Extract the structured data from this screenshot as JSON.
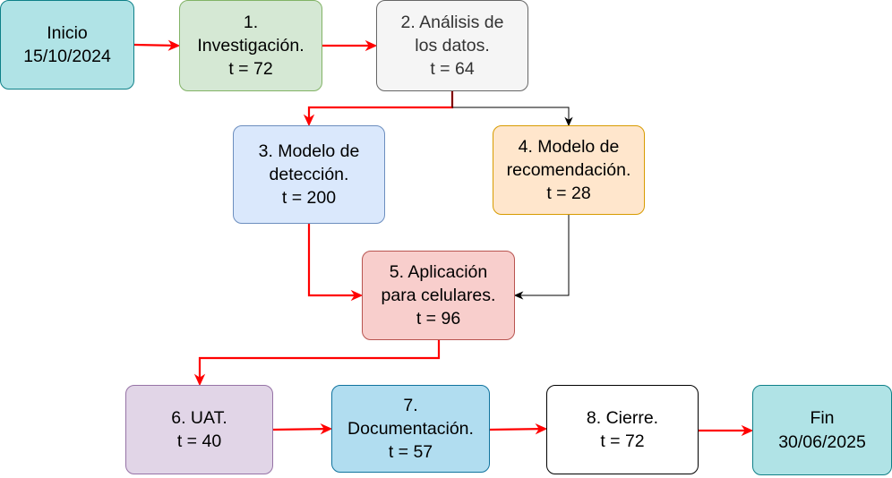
{
  "diagram": {
    "nodes": [
      {
        "id": "inicio",
        "lines": [
          "Inicio",
          "15/10/2024"
        ],
        "fill": "#b0e3e6",
        "stroke": "#0e8088",
        "text": "#000000"
      },
      {
        "id": "n1",
        "lines": [
          "1.",
          "Investigación.",
          "t = 72"
        ],
        "fill": "#d5e8d4",
        "stroke": "#82b366",
        "text": "#000000"
      },
      {
        "id": "n2",
        "lines": [
          "2. Análisis de",
          "los datos.",
          "t = 64"
        ],
        "fill": "#f5f5f5",
        "stroke": "#666666",
        "text": "#333333"
      },
      {
        "id": "n3",
        "lines": [
          "3. Modelo de",
          "detección.",
          "t = 200"
        ],
        "fill": "#dae8fc",
        "stroke": "#6c8ebf",
        "text": "#000000"
      },
      {
        "id": "n4",
        "lines": [
          "4. Modelo de",
          "recomendación.",
          "t = 28"
        ],
        "fill": "#ffe6cc",
        "stroke": "#d79b00",
        "text": "#000000"
      },
      {
        "id": "n5",
        "lines": [
          "5. Aplicación",
          "para celulares.",
          "t = 96"
        ],
        "fill": "#f8cecc",
        "stroke": "#b85450",
        "text": "#000000"
      },
      {
        "id": "n6",
        "lines": [
          "6. UAT.",
          "t = 40"
        ],
        "fill": "#e1d5e7",
        "stroke": "#9673a6",
        "text": "#000000"
      },
      {
        "id": "n7",
        "lines": [
          "7.",
          "Documentación.",
          "t = 57"
        ],
        "fill": "#b1ddf0",
        "stroke": "#10739e",
        "text": "#000000"
      },
      {
        "id": "n8",
        "lines": [
          "8. Cierre.",
          "t = 72"
        ],
        "fill": "#ffffff",
        "stroke": "#000000",
        "text": "#000000"
      },
      {
        "id": "fin",
        "lines": [
          "Fin",
          "30/06/2025"
        ],
        "fill": "#b0e3e6",
        "stroke": "#0e8088",
        "text": "#000000"
      }
    ],
    "edges": [
      {
        "from": "inicio",
        "to": "n1",
        "color": "#ff0000",
        "critical": true
      },
      {
        "from": "n1",
        "to": "n2",
        "color": "#ff0000",
        "critical": true
      },
      {
        "from": "n2",
        "to": "n3",
        "color": "#ff0000",
        "critical": true
      },
      {
        "from": "n2",
        "to": "n4",
        "color": "#000000",
        "critical": false
      },
      {
        "from": "n3",
        "to": "n5",
        "color": "#ff0000",
        "critical": true
      },
      {
        "from": "n4",
        "to": "n5",
        "color": "#000000",
        "critical": false
      },
      {
        "from": "n5",
        "to": "n6",
        "color": "#ff0000",
        "critical": true
      },
      {
        "from": "n6",
        "to": "n7",
        "color": "#ff0000",
        "critical": true
      },
      {
        "from": "n7",
        "to": "n8",
        "color": "#ff0000",
        "critical": true
      },
      {
        "from": "n8",
        "to": "fin",
        "color": "#ff0000",
        "critical": true
      }
    ]
  }
}
